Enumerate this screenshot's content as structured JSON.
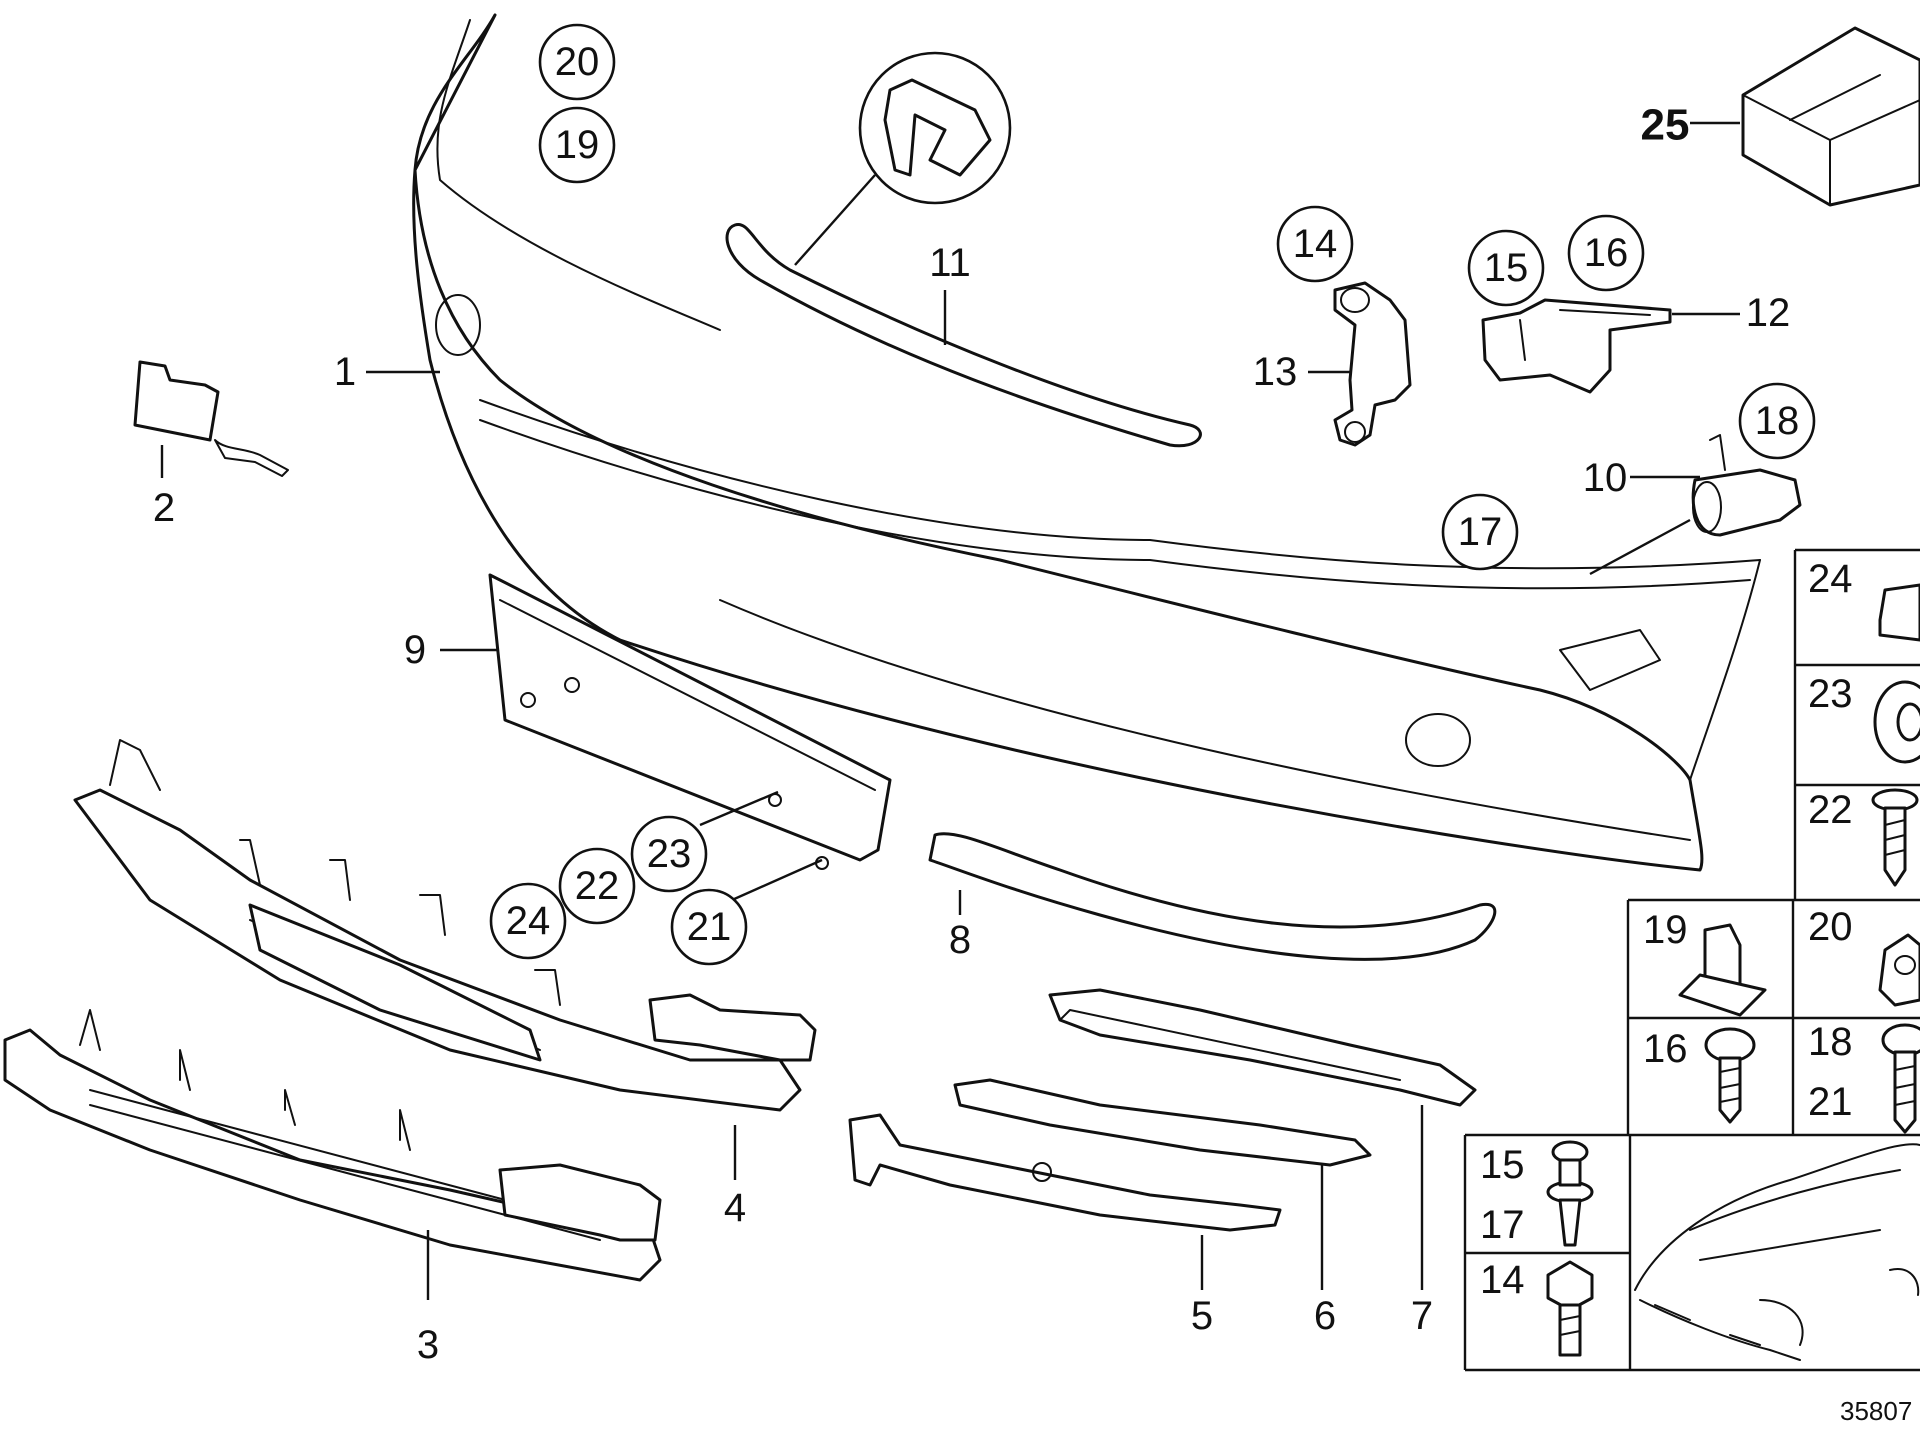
{
  "callouts": {
    "c1": "1",
    "c2": "2",
    "c3": "3",
    "c4": "4",
    "c5": "5",
    "c6": "6",
    "c7": "7",
    "c8": "8",
    "c9": "9",
    "c10": "10",
    "c11": "11",
    "c12": "12",
    "c13": "13",
    "c14": "14",
    "c15": "15",
    "c16": "16",
    "c17": "17",
    "c18": "18",
    "c19": "19",
    "c20": "20",
    "c21": "21",
    "c22": "22",
    "c23": "23",
    "c24": "24",
    "c25": "25"
  },
  "legend": {
    "cells": {
      "n24": "24",
      "n23": "23",
      "n22": "22",
      "n19": "19",
      "n20": "20",
      "n16": "16",
      "n18": "18",
      "n21": "21",
      "n15": "15",
      "n17": "17",
      "n14": "14"
    }
  },
  "reference_number": "35807"
}
